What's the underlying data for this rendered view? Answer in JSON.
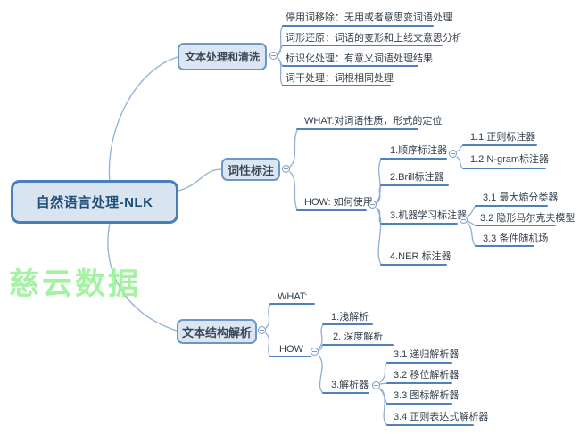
{
  "title": "自然语言处理-NLK",
  "watermark": "慈云数据",
  "colors": {
    "root_border": "#4a7ebb",
    "node_border": "#6d96c8",
    "node_fill": "#dce6f2",
    "root_text": "#1f4e79",
    "underline": "#4f81bd",
    "curve": "#8fafd4",
    "watermark": "#9af29a"
  },
  "branches": [
    {
      "label": "文本处理和清洗",
      "children": [
        {
          "label": "停用词移除：无用或者意思变词语处理"
        },
        {
          "label": "词形还原：词语的变形和上线文意思分析"
        },
        {
          "label": "标识化处理：有意义词语处理结果"
        },
        {
          "label": "词干处理：词根相同处理"
        }
      ]
    },
    {
      "label": "词性标注",
      "children": [
        {
          "label": "WHAT:对词语性质，形式的定位"
        },
        {
          "label": "HOW: 如何使用",
          "children": [
            {
              "label": "1.顺序标注器",
              "children": [
                {
                  "label": "1.1.正则标注器"
                },
                {
                  "label": "1.2 N-gram标注器"
                }
              ]
            },
            {
              "label": "2.Brill标注器"
            },
            {
              "label": "3.机器学习标注器",
              "children": [
                {
                  "label": "3.1 最大熵分类器"
                },
                {
                  "label": "3.2 隐形马尔克夫模型"
                },
                {
                  "label": "3.3 条件随机场"
                }
              ]
            },
            {
              "label": "4.NER 标注器"
            }
          ]
        }
      ]
    },
    {
      "label": "文本结构解析",
      "children": [
        {
          "label": "WHAT:"
        },
        {
          "label": "HOW",
          "children": [
            {
              "label": "1.浅解析"
            },
            {
              "label": "2. 深度解析"
            },
            {
              "label": "3.解析器",
              "children": [
                {
                  "label": "3.1 递归解析器"
                },
                {
                  "label": "3.2 移位解析器"
                },
                {
                  "label": "3.3 图标解析器"
                },
                {
                  "label": "3.4 正则表达式解析器"
                }
              ]
            }
          ]
        }
      ]
    }
  ]
}
